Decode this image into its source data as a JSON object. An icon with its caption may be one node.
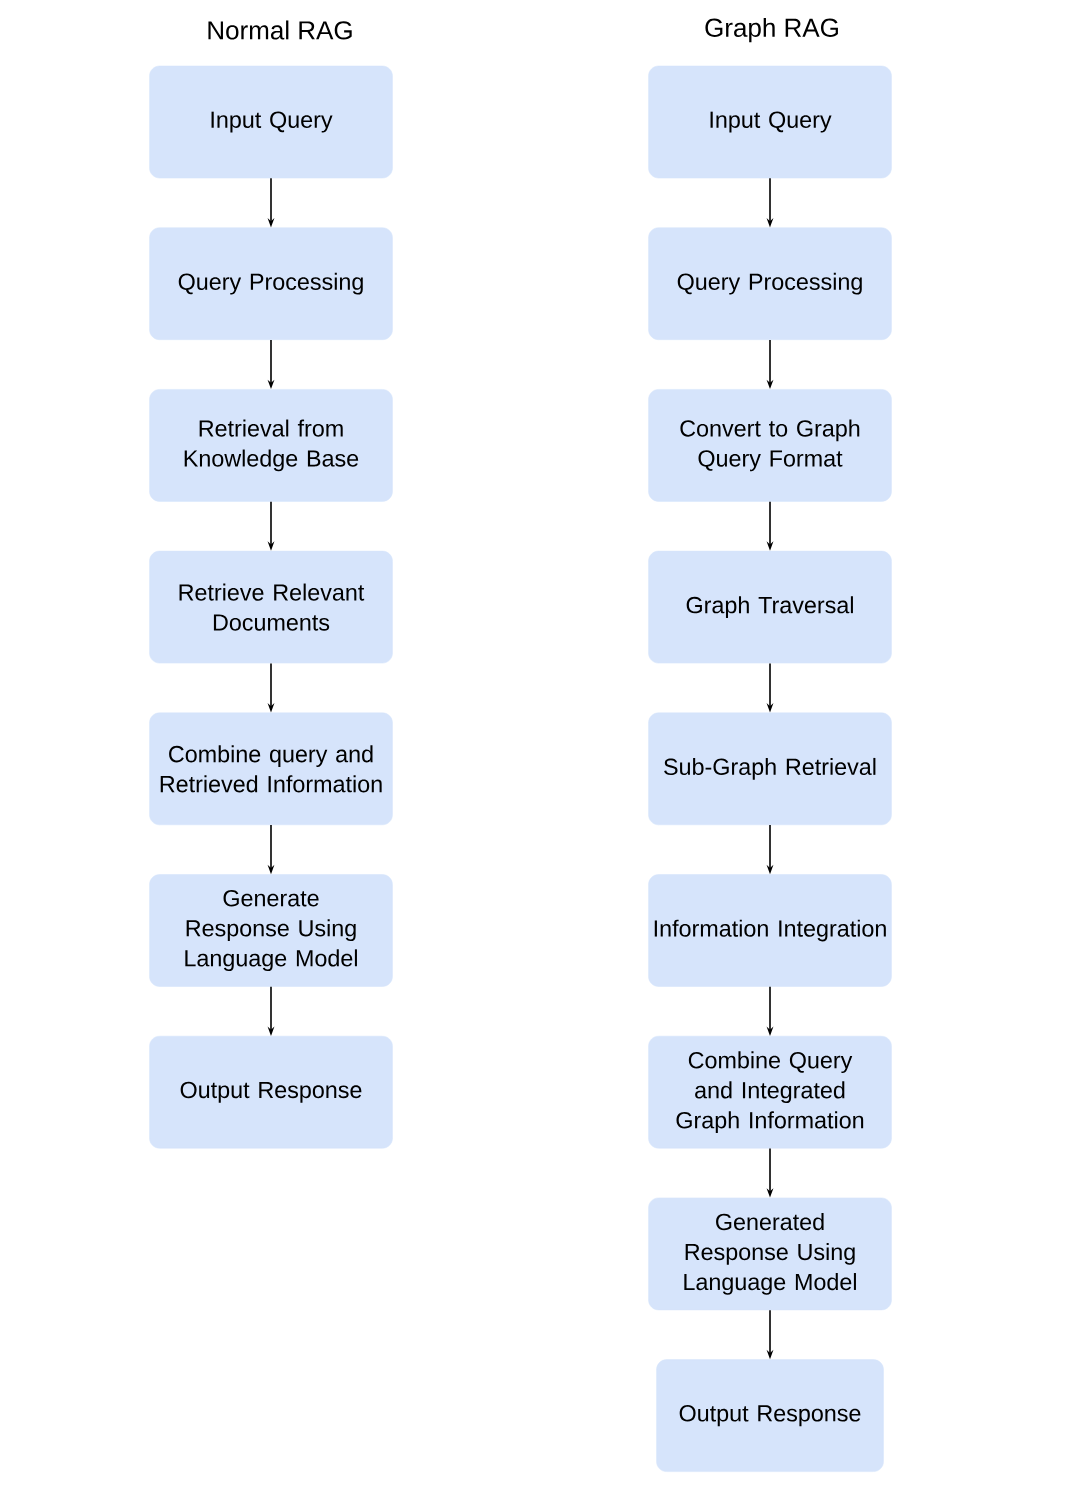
{
  "diagram": {
    "nodes": [
      {
        "text": [
          "Input Query"
        ]
      },
      {
        "text": [
          "Query Processing"
        ]
      },
      {
        "text": [
          "Retrieval from Knowledge Base"
        ]
      },
      {
        "text": [
          "Retrieve Relevant Documents"
        ]
      },
      {
        "text": [
          "Combine query and Retrieved Information"
        ]
      },
      {
        "text": [
          "Generate Response Using Language Model"
        ]
      },
      {
        "text": [
          "Output Response"
        ]
      },
      {
        "text": [
          "Input Query"
        ]
      },
      {
        "text": [
          "Query Processing"
        ]
      },
      {
        "text": [
          "Convert to Graph Query Format"
        ]
      },
      {
        "text": [
          "Graph Traversal"
        ]
      },
      {
        "text": [
          "Sub-Graph Retrieval"
        ]
      },
      {
        "text": [
          "Information Integration"
        ]
      },
      {
        "text": [
          "Combine Query and Integrated Graph Information"
        ]
      },
      {
        "text": [
          "Generated Response Using Language Model"
        ]
      },
      {
        "text": [
          "Output Response"
        ]
      }
    ],
    "edges": [
      {
        "from": 0,
        "to": 1,
        "arrow": "to"
      },
      {
        "from": 1,
        "to": 2,
        "arrow": "to"
      },
      {
        "from": 2,
        "to": 3,
        "arrow": "to"
      },
      {
        "from": 3,
        "to": 4,
        "arrow": "to"
      },
      {
        "from": 4,
        "to": 5,
        "arrow": "to"
      },
      {
        "from": 5,
        "to": 6,
        "arrow": "to"
      },
      {
        "from": 7,
        "to": 8,
        "arrow": "to"
      },
      {
        "from": 8,
        "to": 9,
        "arrow": "to"
      },
      {
        "from": 9,
        "to": 10,
        "arrow": "to"
      },
      {
        "from": 10,
        "to": 11,
        "arrow": "to"
      },
      {
        "from": 11,
        "to": 12,
        "arrow": "to"
      },
      {
        "from": 12,
        "to": 13,
        "arrow": "to"
      },
      {
        "from": 13,
        "to": 14,
        "arrow": "to"
      },
      {
        "from": 14,
        "to": 15,
        "arrow": "to"
      }
    ],
    "labels": [
      "Normal RAG",
      "Graph RAG"
    ]
  }
}
